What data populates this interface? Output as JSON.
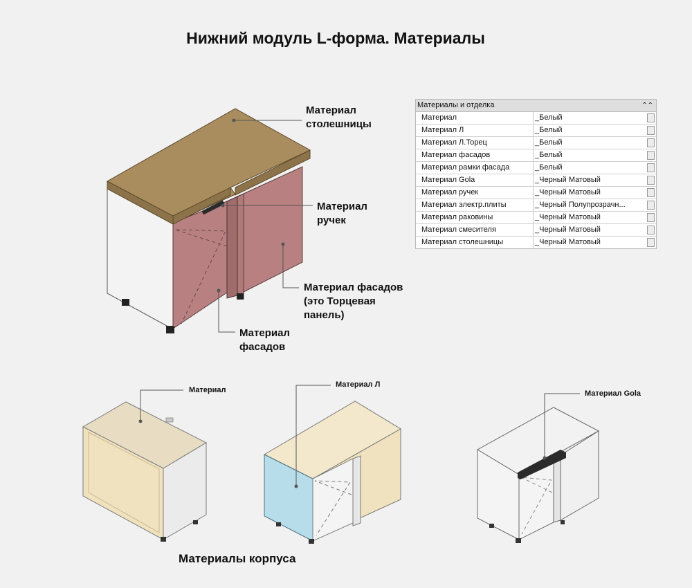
{
  "title": "Нижний модуль L-форма. Материалы",
  "bottom_title": "Материалы корпуса",
  "callouts": {
    "countertop": [
      "Материал",
      "столешницы"
    ],
    "handles": [
      "Материал",
      "ручек"
    ],
    "end_panel": [
      "Материал фасадов",
      "(это Торцевая",
      "панель)"
    ],
    "facades": [
      "Материал",
      "фасадов"
    ],
    "material": "Материал",
    "material_l": "Материал Л",
    "material_gola": "Материал Gola"
  },
  "properties": {
    "header": "Материалы и отделка",
    "rows": [
      {
        "name": "Материал",
        "value": "_Белый"
      },
      {
        "name": "Материал Л",
        "value": "_Белый"
      },
      {
        "name": "Материал Л.Торец",
        "value": "_Белый"
      },
      {
        "name": "Материал фасадов",
        "value": "_Белый"
      },
      {
        "name": "Материал рамки фасада",
        "value": "_Белый"
      },
      {
        "name": "Материал Gola",
        "value": "_Черный Матовый"
      },
      {
        "name": "Материал ручек",
        "value": "_Черный Матовый"
      },
      {
        "name": "Материал электр.плиты",
        "value": "_Черный Полупрозрачн..."
      },
      {
        "name": "Материал раковины",
        "value": "_Черный Матовый"
      },
      {
        "name": "Материал смесителя",
        "value": "_Черный Матовый"
      },
      {
        "name": "Материал столешницы",
        "value": "_Черный Матовый"
      }
    ]
  },
  "colors": {
    "countertop": "#a98d5e",
    "facade": "#b88080",
    "carcass_light": "#f0e2be",
    "carcass_l_blue": "#b7dcea",
    "panel_white": "#f2f2f2",
    "background": "#f1f1f1"
  }
}
